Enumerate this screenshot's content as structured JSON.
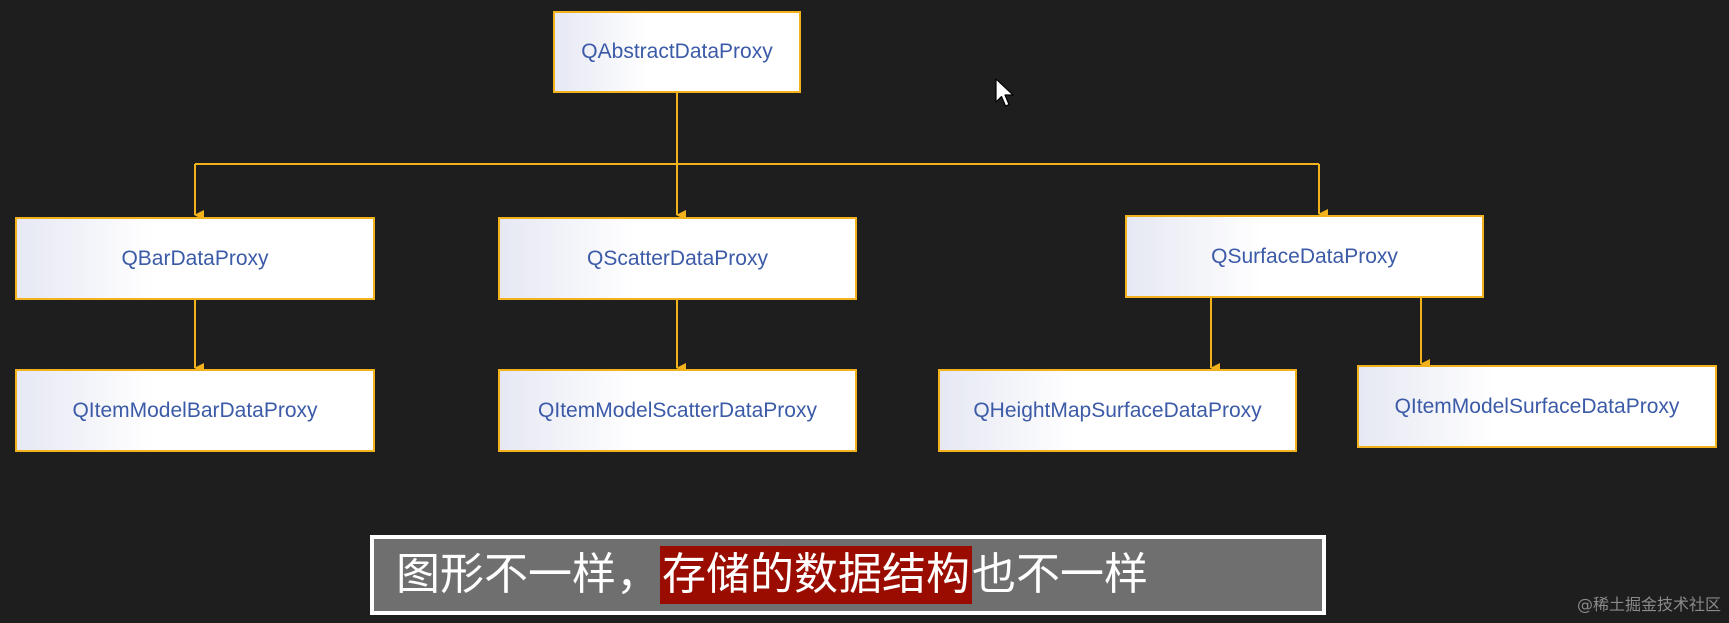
{
  "diagram": {
    "nodes": {
      "root": "QAbstractDataProxy",
      "bar": "QBarDataProxy",
      "scatter": "QScatterDataProxy",
      "surface": "QSurfaceDataProxy",
      "item_model_bar": "QItemModelBarDataProxy",
      "item_model_scatter": "QItemModelScatterDataProxy",
      "height_map_surface": "QHeightMapSurfaceDataProxy",
      "item_model_surface": "QItemModelSurfaceDataProxy"
    },
    "connector_color": "#f2b21c"
  },
  "subtitle": {
    "part1": "图形不一样，",
    "highlight": "存储的数据结构",
    "part2": "也不一样",
    "highlight_color": "#9a0c00"
  },
  "watermark": "@稀土掘金技术社区"
}
